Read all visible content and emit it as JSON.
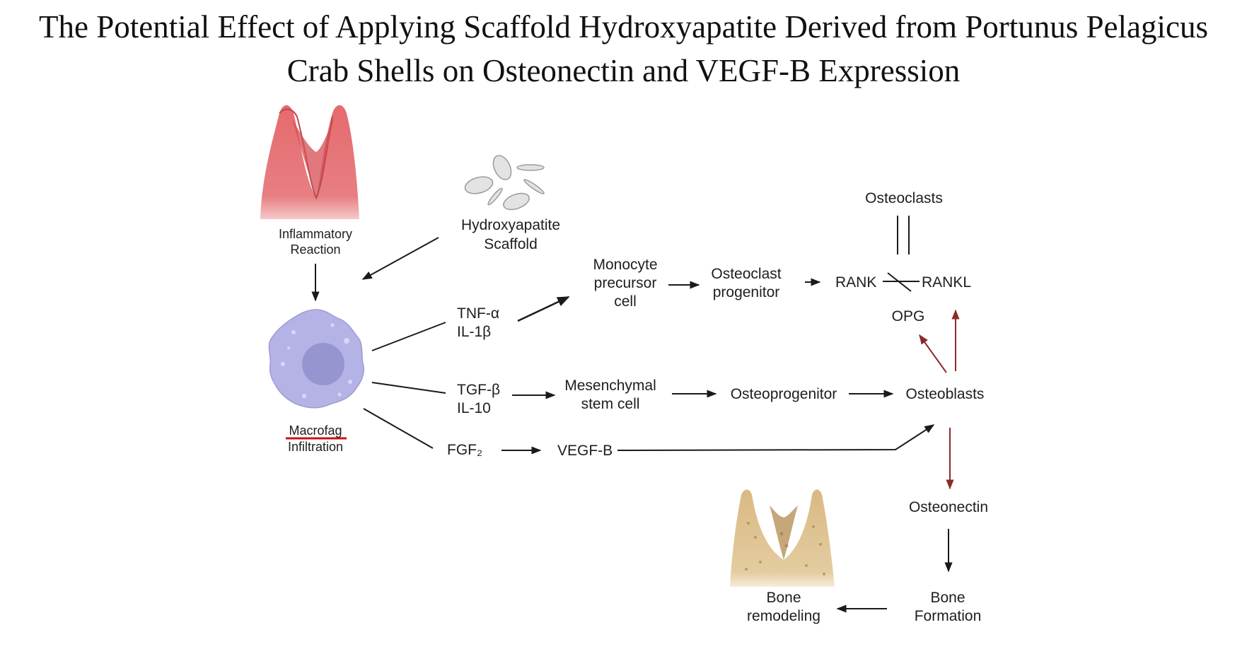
{
  "title": {
    "line1": "The Potential Effect of Applying Scaffold Hydroxyapatite Derived from Portunus Pelagicus",
    "line2": "Crab Shells on Osteonectin and VEGF-B Expression"
  },
  "nodes": {
    "inflammatory_1": "Inflammatory",
    "inflammatory_2": "Reaction",
    "scaffold_1": "Hydroxyapatite",
    "scaffold_2": "Scaffold",
    "macrofag_1": "Macrofag",
    "macrofag_2": "Infiltration",
    "tnf": "TNF-α",
    "il1": "IL-1β",
    "tgf": "TGF-β",
    "il10": "IL-10",
    "fgf": "FGF₂",
    "monocyte_1": "Monocyte",
    "monocyte_2": "precursor",
    "monocyte_3": "cell",
    "osteoclast_prog_1": "Osteoclast",
    "osteoclast_prog_2": "progenitor",
    "rank": "RANK",
    "rankl": "RANKL",
    "osteoclasts": "Osteoclasts",
    "opg": "OPG",
    "mesenchymal_1": "Mesenchymal",
    "mesenchymal_2": "stem cell",
    "osteoprogenitor": "Osteoprogenitor",
    "osteoblasts": "Osteoblasts",
    "vegfb": "VEGF-B",
    "osteonectin": "Osteonectin",
    "bone_formation_1": "Bone",
    "bone_formation_2": "Formation",
    "bone_remodeling_1": "Bone",
    "bone_remodeling_2": "remodeling"
  },
  "colors": {
    "arrow": "#1a1a1a",
    "red_arrow": "#8b2a2a",
    "tissue": "#e46a6e",
    "macrophage": "#b3b2e4",
    "nucleus": "#9593cc",
    "bone": "#dcc08e",
    "underline": "#cc1111"
  }
}
